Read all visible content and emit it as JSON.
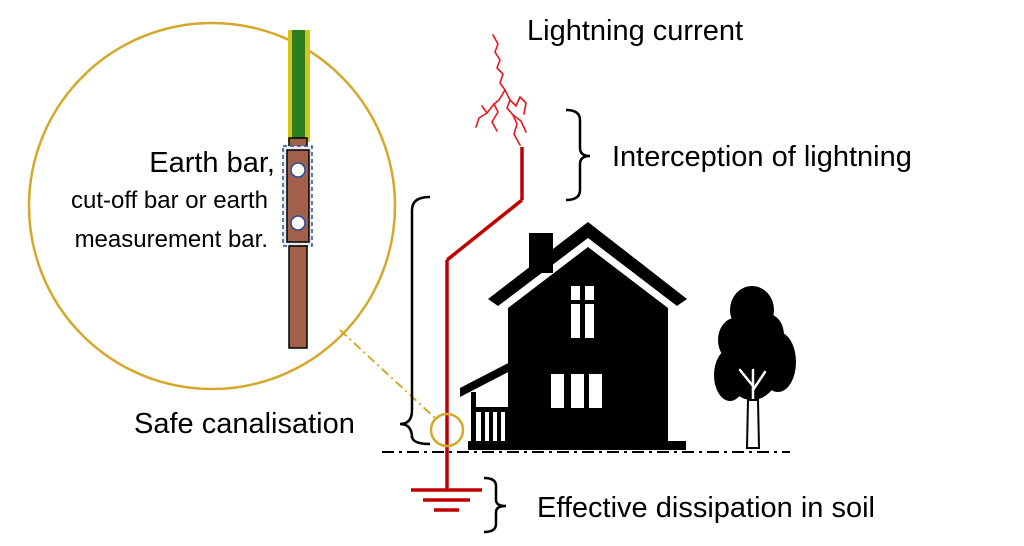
{
  "labels": {
    "lightning_current": "Lightning current",
    "interception": "Interception of lightning",
    "safe_canalisation": "Safe canalisation",
    "dissipation": "Effective dissipation in soil",
    "earth_bar_line1": "Earth bar,",
    "earth_bar_line2": "cut-off bar or earth",
    "earth_bar_line3": "measurement bar."
  },
  "colors": {
    "lightning": "#e8161b",
    "conductor": "#c00000",
    "zoom_circle": "#d4a82a",
    "bar_copper": "#a0604c",
    "cable_green": "#2e7d1e",
    "cable_yellow": "#d8c418",
    "silhouette": "#000000"
  },
  "icons": [
    "lightning-bolt-icon",
    "house-icon",
    "tree-icon",
    "ground-symbol-icon",
    "magnifier-circle-icon"
  ]
}
